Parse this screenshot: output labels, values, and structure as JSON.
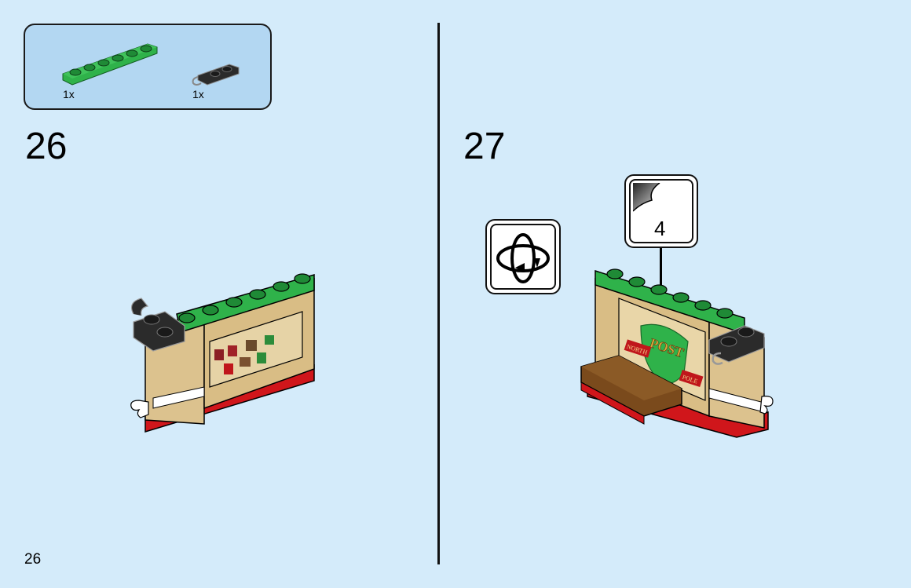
{
  "page": {
    "number": "26",
    "background_color": "#d4ebfa"
  },
  "parts_callout": {
    "background_color": "#b3d7f2",
    "parts": [
      {
        "name": "green-plate-1x6",
        "quantity": "1x",
        "color": "#2fb24a"
      },
      {
        "name": "black-plate-1x2-with-clip",
        "quantity": "1x",
        "color": "#2b2b2b"
      }
    ]
  },
  "steps": [
    {
      "number": "26",
      "description": "Assembled wall with green top plate and black clip plate on left"
    },
    {
      "number": "27",
      "description": "Rotated wall showing POST NORTH POLE sticker",
      "rotate_icon": "rotate-model-icon",
      "sticker_callout": {
        "sticker_number": "4"
      },
      "sticker_text": {
        "main": "POST",
        "left_banner": "NORTH",
        "right_banner": "POLE"
      }
    }
  ],
  "colors": {
    "green": "#2fb24a",
    "tan": "#dcc28e",
    "red": "#d0161b",
    "black": "#2b2b2b",
    "brown": "#7a4a1c",
    "white": "#ffffff"
  }
}
